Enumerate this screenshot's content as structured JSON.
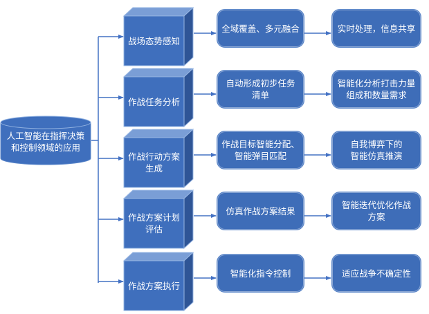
{
  "root": {
    "label": "人工智能在指挥决策\n和控制领域的应用"
  },
  "rows": [
    {
      "stage": "战场态势感知",
      "step1": "全域覆盖、多元融合",
      "step2": "实时处理，信息共享"
    },
    {
      "stage": "作战任务分析",
      "step1": "自动形成初步任务\n清单",
      "step2": "智能化分析打击力量\n组成和数量需求"
    },
    {
      "stage": "作战行动方案\n生成",
      "step1": "作战目标智能分配、\n智能弹目匹配",
      "step2": "自我博弈下的\n智能仿真推演"
    },
    {
      "stage": "作战方案计划\n评估",
      "step1": "仿真作战方案结果",
      "step2": "智能迭代优化作战\n方案"
    },
    {
      "stage": "作战方案执行",
      "step1": "智能化指令控制",
      "step2": "适应战争不确定性"
    }
  ],
  "colors": {
    "front": "#3f6fbd",
    "top": "#7a9ed6",
    "side": "#2f5596",
    "connector": "#4472c4",
    "box": "#3e6db8"
  }
}
